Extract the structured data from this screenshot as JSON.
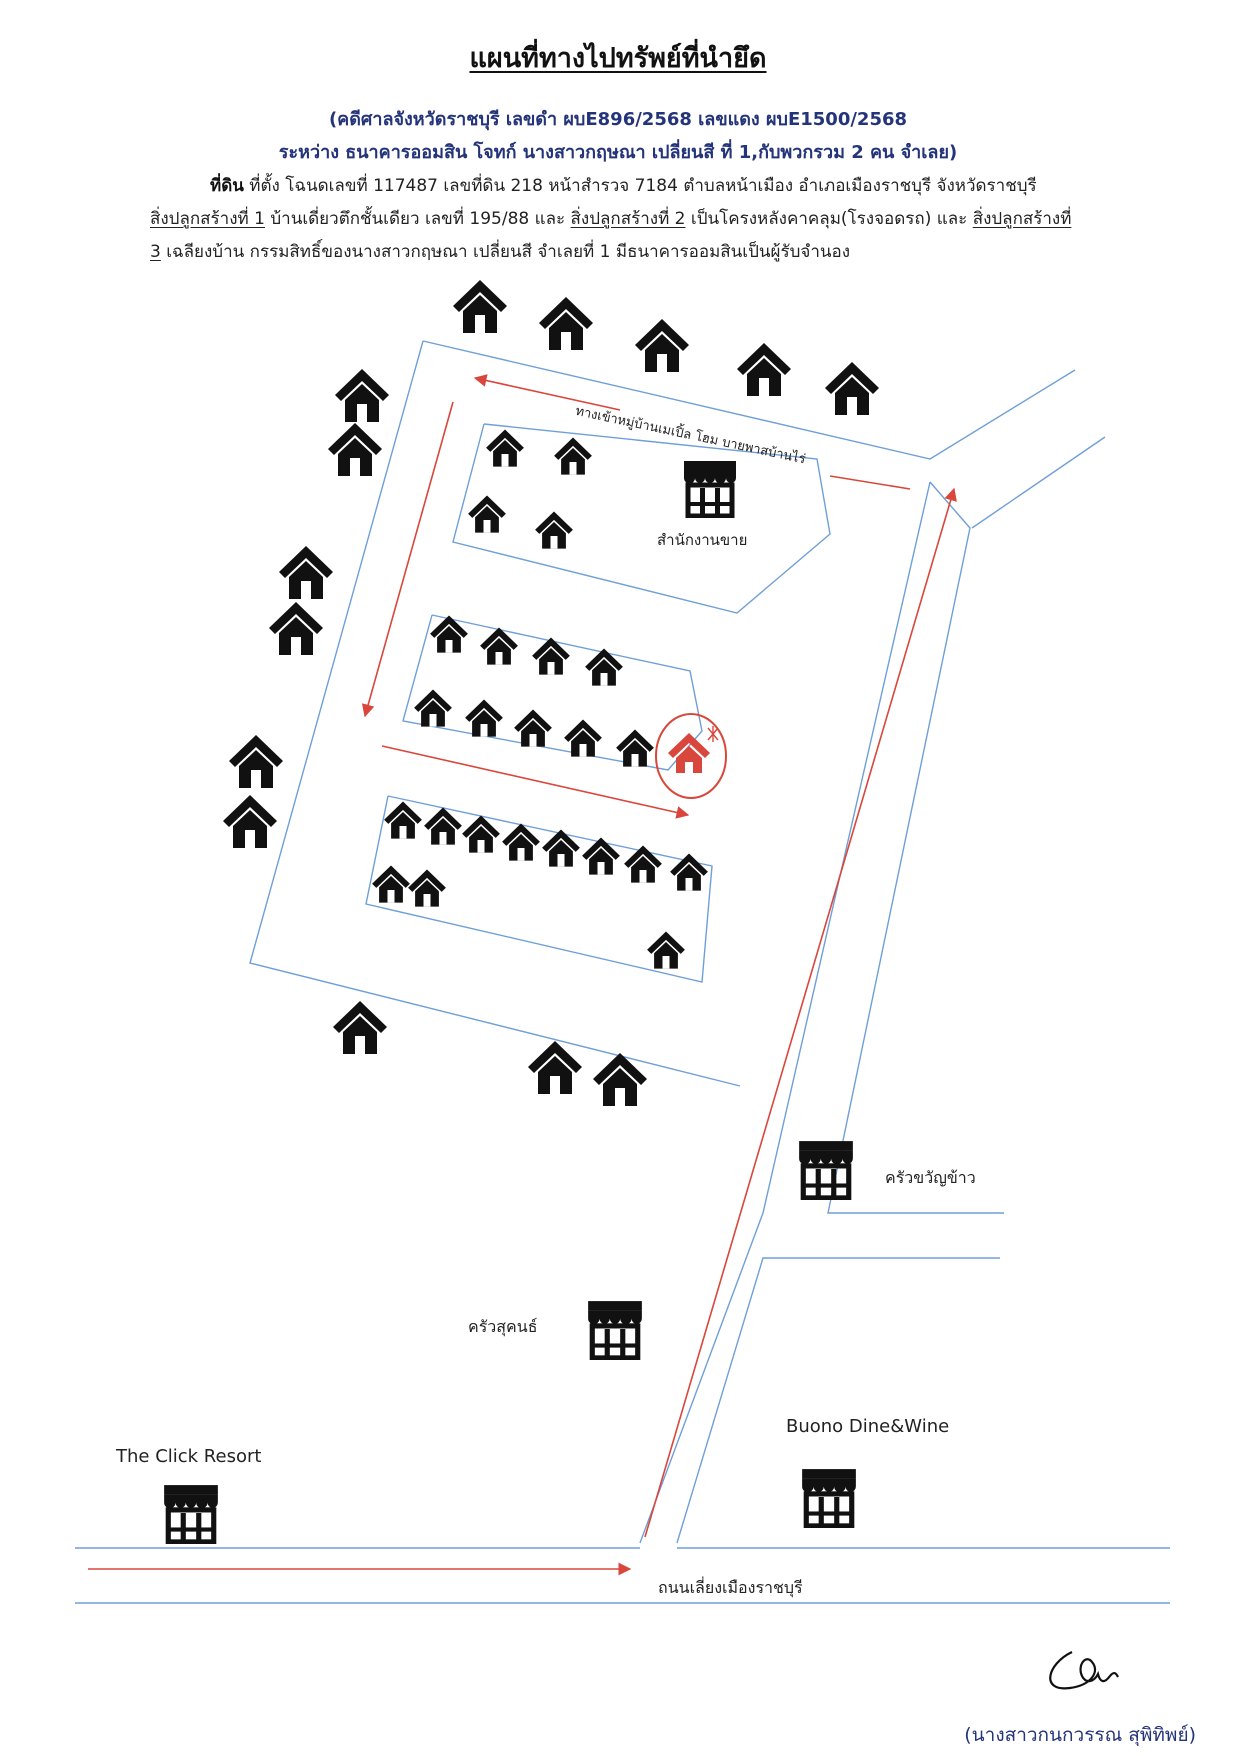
{
  "header": {
    "title": "แผนที่ทางไปทรัพย์ที่นำยึด",
    "case_line": "(คดีศาลจังหวัดราชบุรี เลขดำ ผบE896/2568 เลขแดง ผบE1500/2568",
    "parties_line": "ระหว่าง ธนาคารออมสิน โจทก์ นางสาวกฤษณา เปลี่ยนสี ที่ 1,กับพวกรวม 2 คน จำเลย)"
  },
  "description": {
    "land_label": "ที่ดิน",
    "land_text": "ที่ตั้ง โฉนดเลขที่ 117487 เลขที่ดิน 218 หน้าสำรวจ 7184 ตำบลหน้าเมือง  อำเภอเมืองราชบุรี จังหวัดราชบุรี",
    "building1_label": "สิ่งปลูกสร้างที่ 1",
    "building1_text": " บ้านเดี่ยวตึกชั้นเดียว  เลขที่ 195/88 และ ",
    "building2_label": "สิ่งปลูกสร้างที่ 2",
    "building2_text": " เป็นโครงหลังคาคลุม(โรงจอดรถ) และ ",
    "building3_label": "สิ่งปลูกสร้างที่",
    "building3_num": "3",
    "building3_text": " เฉลียงบ้าน กรรมสิทธิ์ของนางสาวกฤษณา เปลี่ยนสี จำเลยที่ 1 มีธนาคารออมสินเป็นผู้รับจำนอง"
  },
  "map": {
    "entrance_road_label": "ทางเข้าหมู่บ้านเมเปิ้ล โฮม บายพาสบ้านไร่",
    "sales_office_label": "สำนักงานขาย",
    "restaurant_1_label": "ครัวขวัญข้าว",
    "restaurant_2_label": "ครัวสุคนธ์",
    "restaurant_3_label": "Buono Dine&Wine",
    "resort_label": "The Click Resort",
    "main_road_label": "ถนนเลี่ยงเมืองราชบุรี",
    "colors": {
      "road": "#6f9fd8",
      "route": "#d9463b",
      "target": "#d9463b",
      "icon": "#111111"
    }
  },
  "footer": {
    "signer": "(นางสาวกนกวรรณ  สุพิทิพย์)"
  }
}
